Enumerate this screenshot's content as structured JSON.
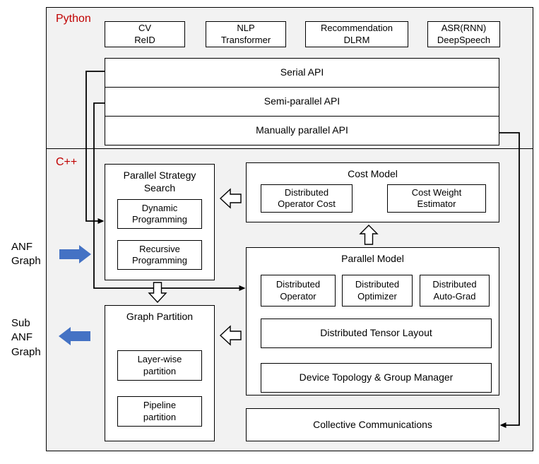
{
  "colors": {
    "section_bg": "#f2f2f2",
    "box_bg": "#ffffff",
    "border": "#000000",
    "section_label": "#c00000",
    "blue_arrow": "#4472c4"
  },
  "python_section": {
    "label": "Python",
    "apps": [
      {
        "label": "CV\nReID"
      },
      {
        "label": "NLP\nTransformer"
      },
      {
        "label": "Recommendation\nDLRM"
      },
      {
        "label": "ASR(RNN)\nDeepSpeech"
      }
    ],
    "apis": [
      {
        "label": "Serial API"
      },
      {
        "label": "Semi-parallel API"
      },
      {
        "label": "Manually parallel API"
      }
    ]
  },
  "cpp_section": {
    "label": "C++",
    "strategy_search": {
      "title": "Parallel Strategy Search",
      "items": [
        {
          "label": "Dynamic\nProgramming"
        },
        {
          "label": "Recursive\nProgramming"
        }
      ]
    },
    "cost_model": {
      "title": "Cost Model",
      "items": [
        {
          "label": "Distributed\nOperator Cost"
        },
        {
          "label": "Cost Weight\nEstimator"
        }
      ]
    },
    "parallel_model": {
      "title": "Parallel Model",
      "items": [
        {
          "label": "Distributed\nOperator"
        },
        {
          "label": "Distributed\nOptimizer"
        },
        {
          "label": "Distributed\nAuto-Grad"
        }
      ],
      "bars": [
        {
          "label": "Distributed Tensor Layout"
        },
        {
          "label": "Device Topology & Group Manager"
        }
      ]
    },
    "graph_partition": {
      "title": "Graph Partition",
      "items": [
        {
          "label": "Layer-wise\npartition"
        },
        {
          "label": "Pipeline\npartition"
        }
      ]
    },
    "collective": {
      "label": "Collective Communications"
    }
  },
  "side_labels": {
    "anf_graph": "ANF\nGraph",
    "sub_anf_graph": "Sub\nANF\nGraph"
  }
}
